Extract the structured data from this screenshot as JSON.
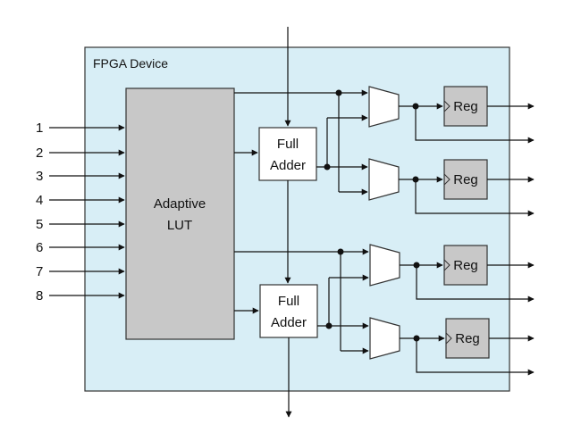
{
  "device": {
    "title": "FPGA Device"
  },
  "lut": {
    "line1": "Adaptive",
    "line2": "LUT"
  },
  "inputs": [
    "1",
    "2",
    "3",
    "4",
    "5",
    "6",
    "7",
    "8"
  ],
  "adder_top": {
    "line1": "Full",
    "line2": "Adder"
  },
  "adder_bottom": {
    "line1": "Full",
    "line2": "Adder"
  },
  "registers": [
    "Reg",
    "Reg",
    "Reg",
    "Reg"
  ],
  "colors": {
    "device_fill": "#d8eef6",
    "lut_fill": "#c8c8c8",
    "reg_fill": "#c8c8c8",
    "line": "#111111"
  }
}
